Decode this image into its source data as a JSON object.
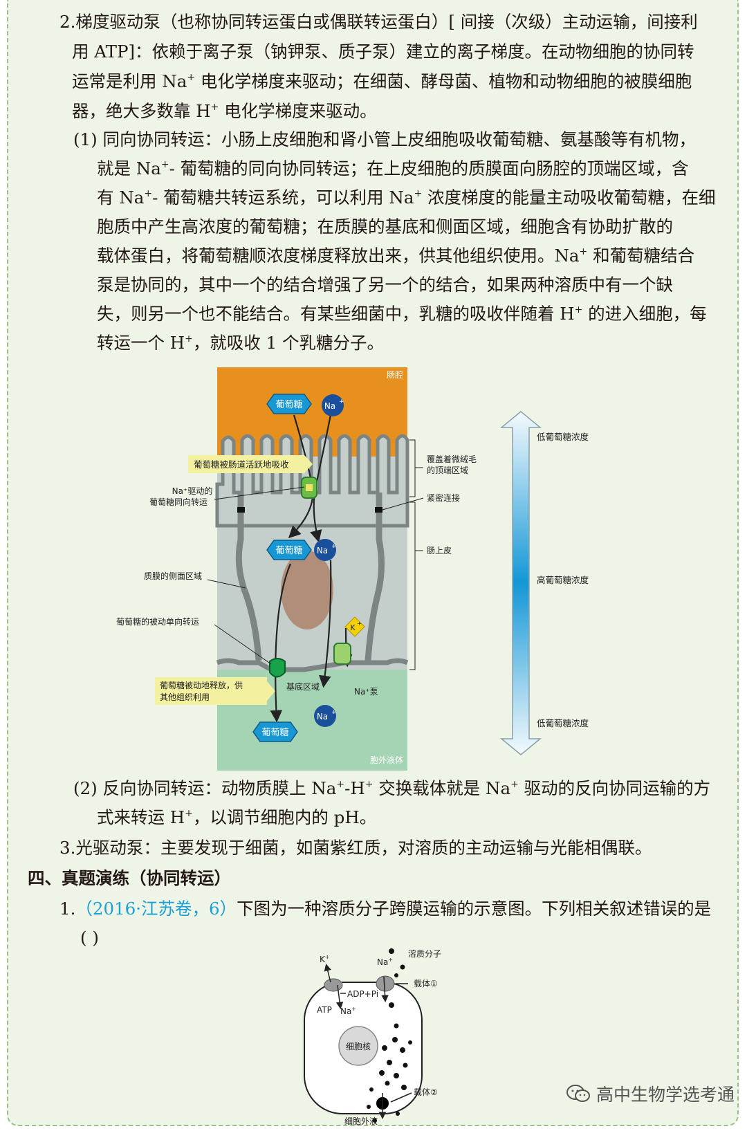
{
  "section2": {
    "line1": "2.梯度驱动泵（也称协同转运蛋白或偶联转运蛋白）[ 间接（次级）主动运输，间接利",
    "line2": "用 ATP]：依赖于离子泵（钠钾泵、质子泵）建立的离子梯度。在动物细胞的协同转",
    "line3a": "运常是利用 Na",
    "line3sup": "+",
    "line3b": " 电化学梯度来驱动；在细菌、酵母菌、植物和动物细胞的被膜细胞",
    "line4a": "器，绝大多数靠 H",
    "line4sup": "+",
    "line4b": " 电化学梯度来驱动。"
  },
  "symport": {
    "l1": "(1) 同向协同转运：小肠上皮细胞和肾小管上皮细胞吸收葡萄糖、氨基酸等有机物，",
    "l2a": "就是 Na",
    "l2sup": "+",
    "l2b": "- 葡萄糖的同向协同转运；在上皮细胞的质膜面向肠腔的顶端区域，含",
    "l3a": "有 Na",
    "l3sup": "+",
    "l3b": "- 葡萄糖共转运系统，可以利用 Na",
    "l3sup2": "+",
    "l3c": " 浓度梯度的能量主动吸收葡萄糖，在细",
    "l4": "胞质中产生高浓度的葡萄糖；在质膜的基底和侧面区域，细胞含有协助扩散的",
    "l5a": "载体蛋白，将葡萄糖顺浓度梯度释放出来，供其他组织使用。Na",
    "l5sup": "+",
    "l5b": " 和葡萄糖结合",
    "l6": "泵是协同的，其中一个的结合增强了另一个的结合，如果两种溶质中有一个缺",
    "l7a": "失，则另一个也不能结合。有某些细菌中，乳糖的吸收伴随着 H",
    "l7sup": "+",
    "l7b": " 的进入细胞，每",
    "l8a": "转运一个 H",
    "l8sup": "+",
    "l8b": "，就吸收 1 个乳糖分子。"
  },
  "figure1": {
    "lumen": "肠腔",
    "glucose": "葡萄糖",
    "na": "Na",
    "k": "K",
    "plus": "+",
    "absorbed": "葡萄糖被肠道活跃地吸收",
    "na_driven_1": "Na⁺驱动的",
    "na_driven_2": "葡萄糖同向转运",
    "apical_1": "覆盖着微绒毛",
    "apical_2": "的顶端区域",
    "tight": "紧密连接",
    "epithelium": "肠上皮",
    "lateral": "质膜的侧面区域",
    "passive": "葡萄糖的被动单向转运",
    "released_1": "葡萄糖被动地释放，供",
    "released_2": "其他组织利用",
    "basal": "基底区域",
    "pump": "Na⁺泵",
    "ecf": "胞外液体",
    "low_top": "低葡萄糖浓度",
    "high": "高葡萄糖浓度",
    "low_bottom": "低葡萄糖浓度"
  },
  "antiport": {
    "l1a": "(2) 反向协同转运：动物质膜上 Na",
    "l1sup": "+",
    "l1b": "-H",
    "l1sup2": "+",
    "l1c": " 交换载体就是 Na",
    "l1sup3": "+",
    "l1d": " 驱动的反向协同运输的方",
    "l2a": "式来转运 H",
    "l2sup": "+",
    "l2b": "，以调节细胞内的 pH。"
  },
  "section3": "3.光驱动泵：主要发现于细菌，如菌紫红质，对溶质的主动运输与光能相偶联。",
  "section4": "四、真题演练（协同转运）",
  "question": {
    "num": "1.",
    "source": "（2016·江苏卷，6）",
    "text": "下图为一种溶质分子跨膜运输的示意图。下列相关叙述错误的是",
    "paren": "(        )"
  },
  "figure2": {
    "k": "K",
    "na": "Na",
    "plus": "+",
    "solute": "溶质分子",
    "carrier1": "载体①",
    "adp": "ADP+Pi",
    "atp": "ATP",
    "nucleus": "细胞核",
    "carrier2": "载体②",
    "ecf": "细胞外液"
  },
  "watermark": "高中生物学选考通",
  "colors": {
    "lumen": "#e8901d",
    "cell": "#c4cfcb",
    "ecf": "#a5d4b5",
    "membrane": "#7d8584",
    "glucose": "#1797d4",
    "na": "#1a4f9c",
    "nucleus": "#b08e7a",
    "callout": "#f3f0a0",
    "source": "#1aa0d8"
  }
}
